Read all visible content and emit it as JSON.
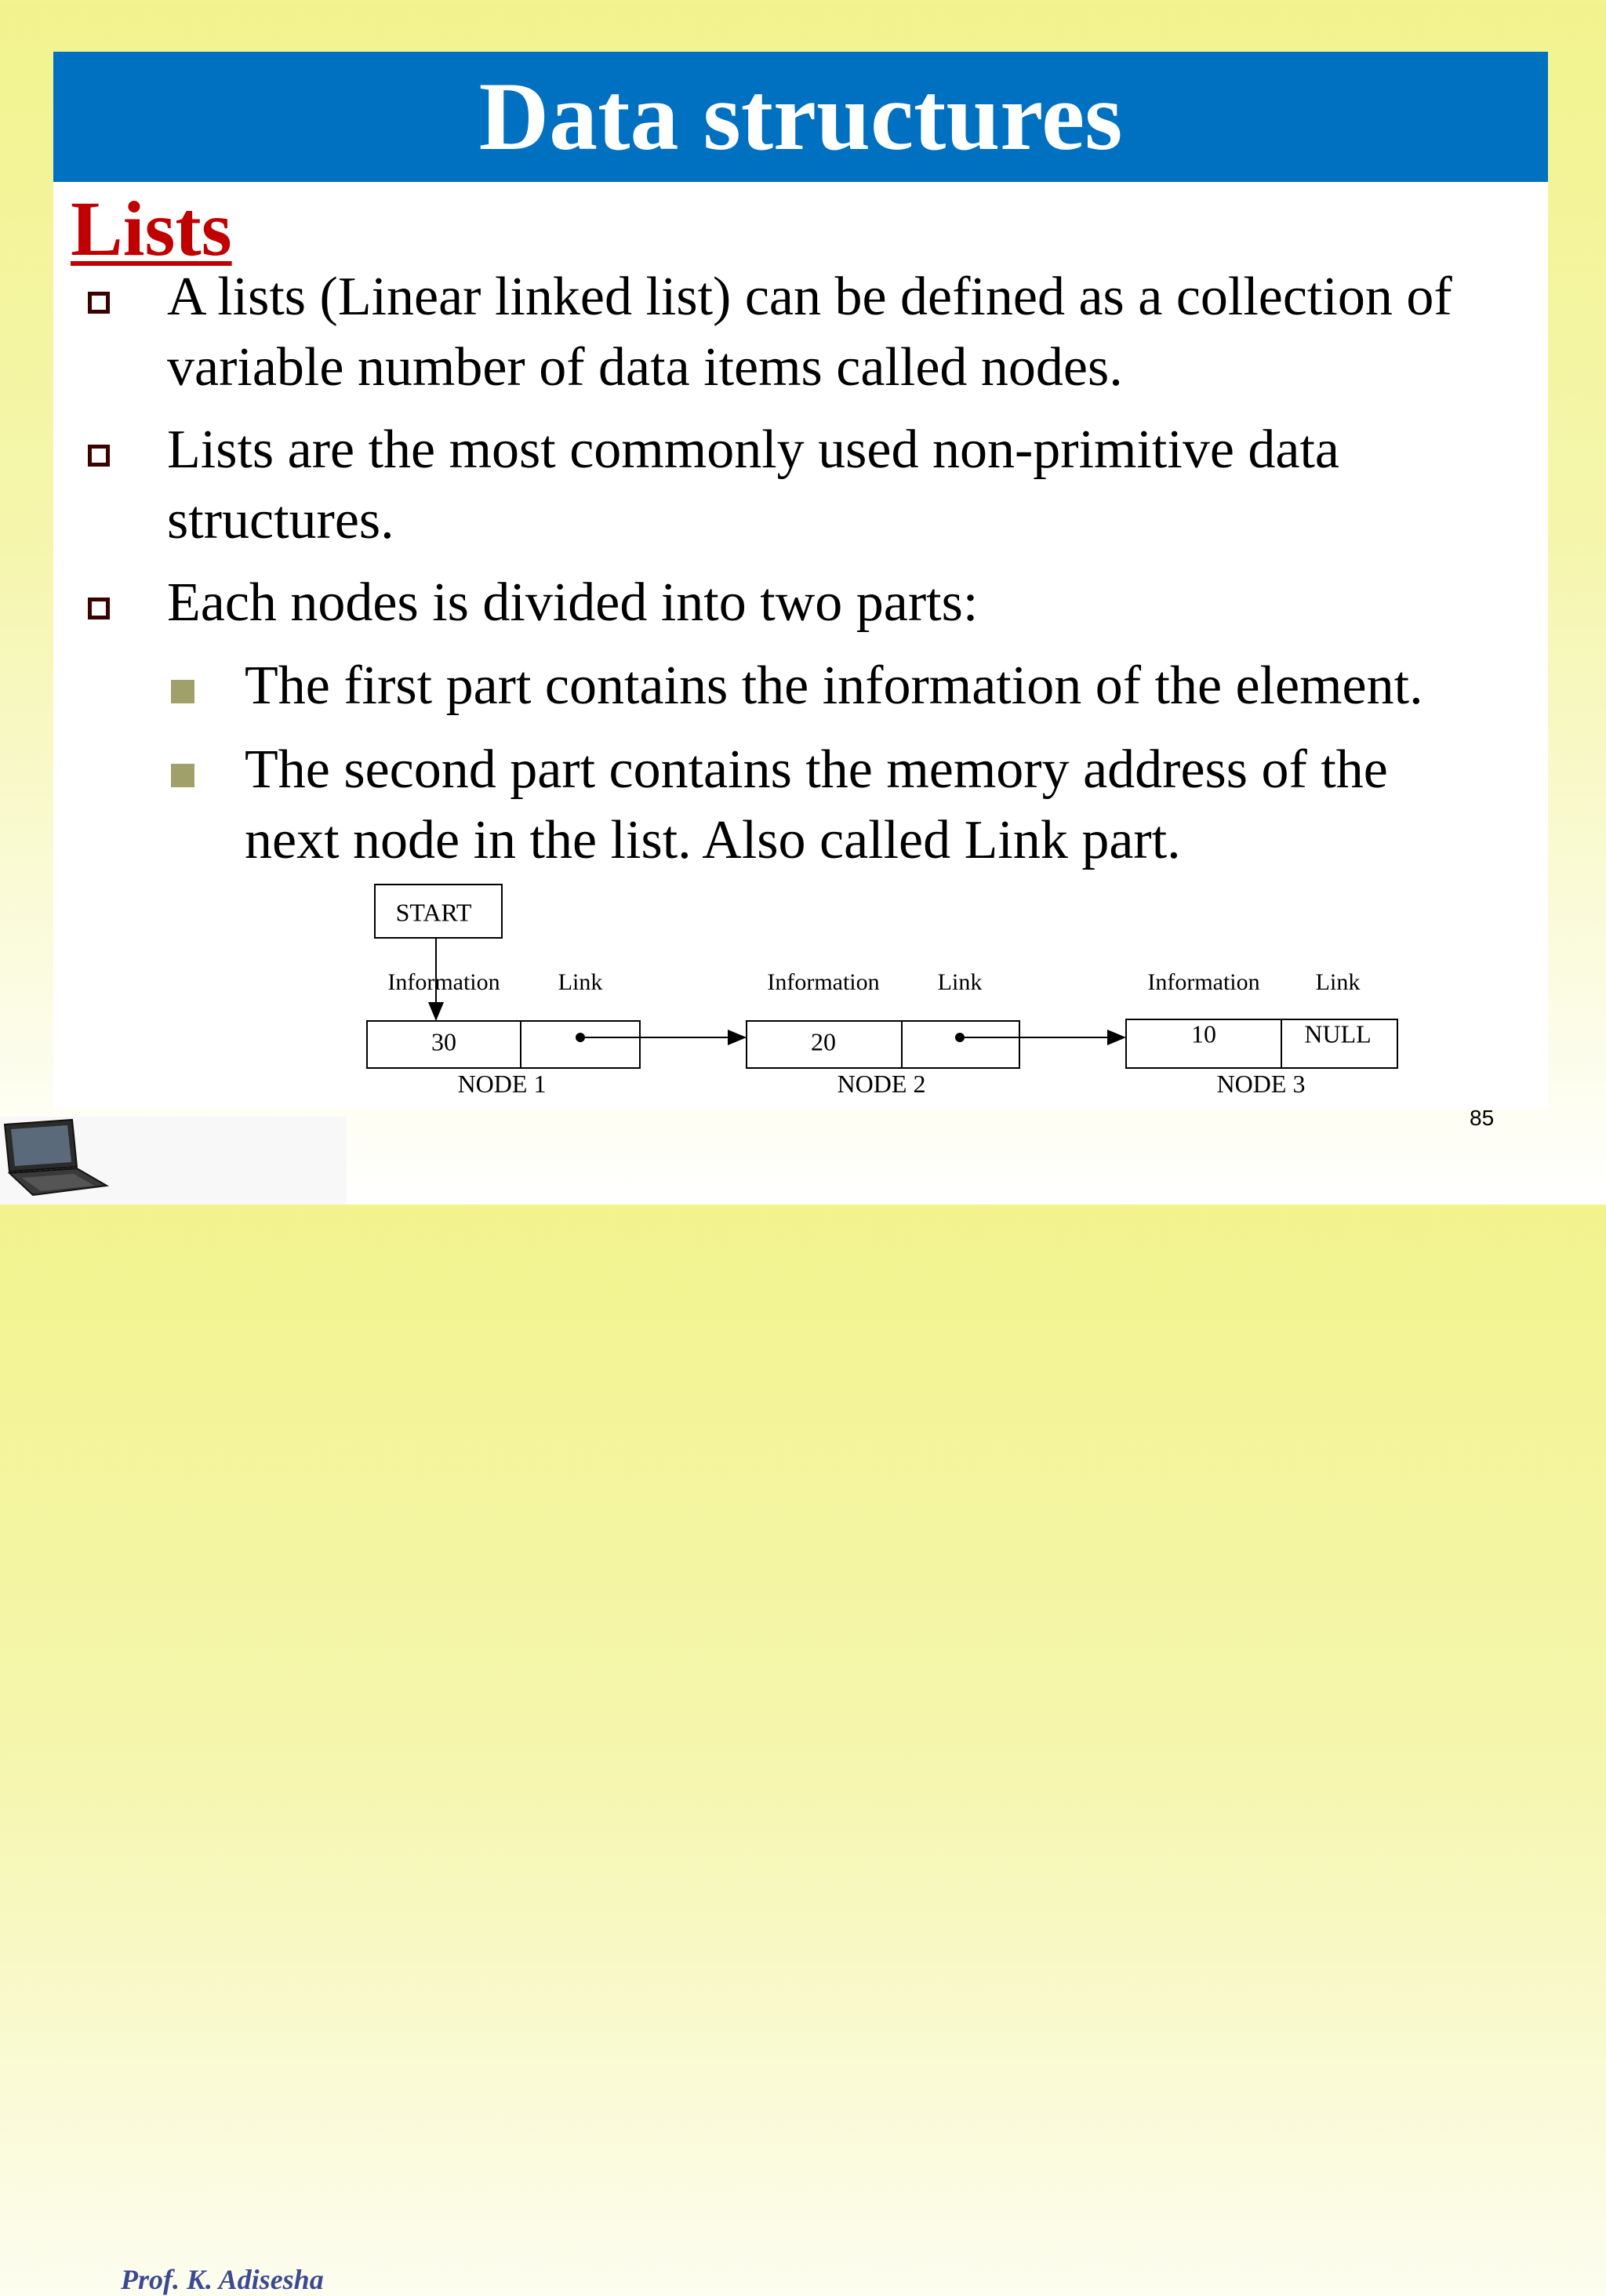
{
  "slide": {
    "title": "Data structures",
    "section_heading": "Lists",
    "bullets": [
      {
        "line1": "A lists (Linear linked list) can be defined as a collection of",
        "line2": "variable number of data items called nodes."
      },
      {
        "line1": "Lists are the most commonly used non-primitive data",
        "line2": "structures."
      },
      {
        "line1": "Each nodes is divided into two parts:"
      }
    ],
    "sub_bullets": [
      {
        "line1": "The first part contains the information of the element."
      },
      {
        "line1": "The second part contains the memory address of the",
        "line2": "next node in the list. Also called Link part."
      }
    ],
    "page_number": "85"
  },
  "diagram": {
    "start_label": "START",
    "information_label": "Information",
    "link_label": "Link",
    "nodes": [
      {
        "info": "30",
        "link": "",
        "name": "NODE 1"
      },
      {
        "info": "20",
        "link": "",
        "name": "NODE 2"
      },
      {
        "info": "10",
        "link": "NULL",
        "name": "NODE 3"
      }
    ]
  },
  "footer": {
    "author": "Prof. K. Adisesha",
    "icon": "laptop-icon"
  },
  "colors": {
    "title_bar": "#0070c0",
    "heading_red": "#c00000",
    "bullet_border": "#3b0000",
    "sub_bullet": "#a0a06a",
    "background_yellow": "#f2f38e"
  }
}
